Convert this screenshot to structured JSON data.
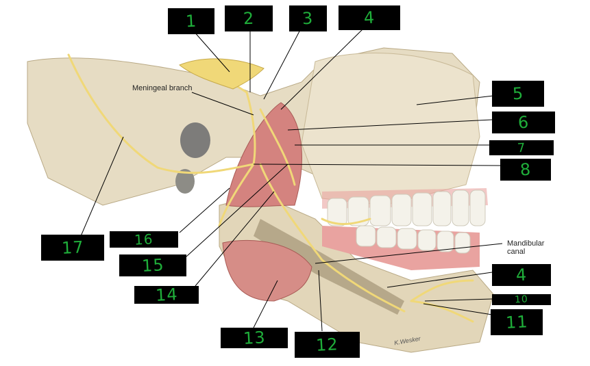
{
  "labels": {
    "meningeal_branch": "Meningeal branch",
    "mandibular_canal_line1": "Mandibular",
    "mandibular_canal_line2": "canal",
    "signature": "K.Wesker"
  },
  "answer_boxes": [
    "1",
    "2",
    "3",
    "4",
    "5",
    "6",
    "7",
    "8",
    "4",
    "10",
    "11",
    "12",
    "13",
    "14",
    "15",
    "16",
    "17"
  ],
  "colors": {
    "bone": "#e6dcc3",
    "bone_shadow": "#c8b997",
    "nerve": "#f0d878",
    "muscle": "#d4837f",
    "tooth": "#f4f2ea",
    "gum": "#e9a3a0",
    "box": "#000000",
    "handwriting": "#1fae3a"
  }
}
